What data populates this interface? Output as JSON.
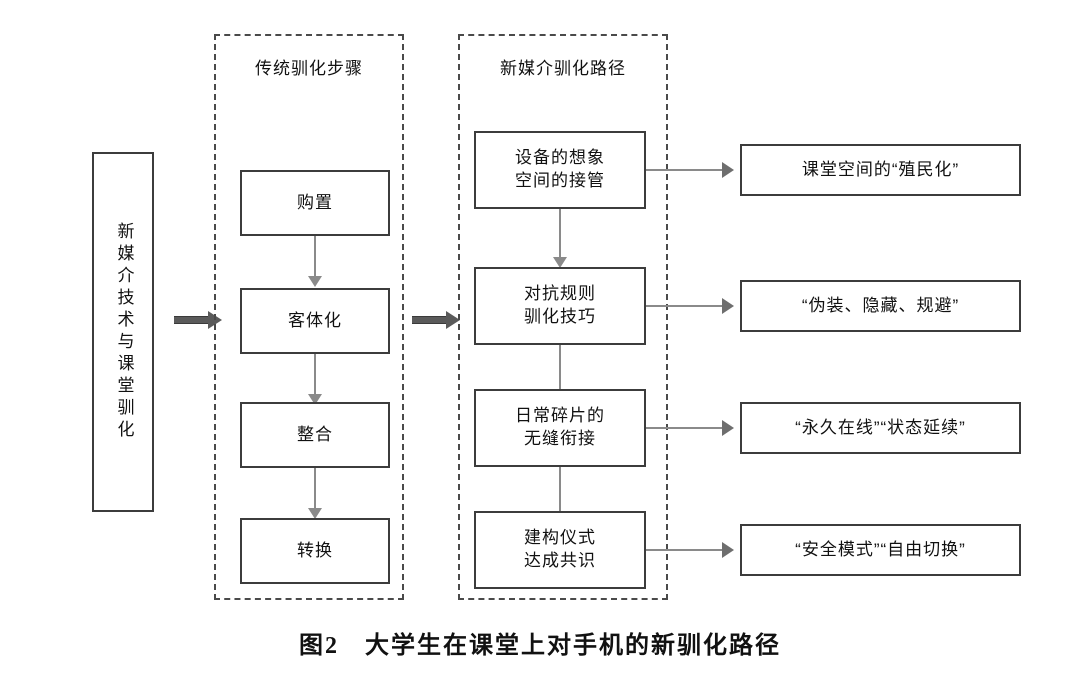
{
  "figure": {
    "caption": "图2　大学生在课堂上对手机的新驯化路径"
  },
  "source": {
    "label": "新媒介技术与课堂驯化"
  },
  "groups": [
    {
      "title": "传统驯化步骤"
    },
    {
      "title": "新媒介驯化路径"
    }
  ],
  "traditional_steps": [
    {
      "label": "购置"
    },
    {
      "label": "客体化"
    },
    {
      "label": "整合"
    },
    {
      "label": "转换"
    }
  ],
  "new_media_paths": [
    {
      "label": "设备的想象\n空间的接管"
    },
    {
      "label": "对抗规则\n驯化技巧"
    },
    {
      "label": "日常碎片的\n无缝衔接"
    },
    {
      "label": "建构仪式\n达成共识"
    }
  ],
  "outcomes": [
    {
      "label": "课堂空间的“殖民化”"
    },
    {
      "label": "“伪装、隐藏、规避”"
    },
    {
      "label": "“永久在线”“状态延续”"
    },
    {
      "label": "“安全模式”“自由切换”"
    }
  ],
  "colors": {
    "box_border": "#3c3c3c",
    "group_border": "#4a4a4a",
    "connector": "#8a8a8a",
    "block_arrow": "#5a5a5a",
    "background": "#ffffff",
    "text": "#111111"
  }
}
